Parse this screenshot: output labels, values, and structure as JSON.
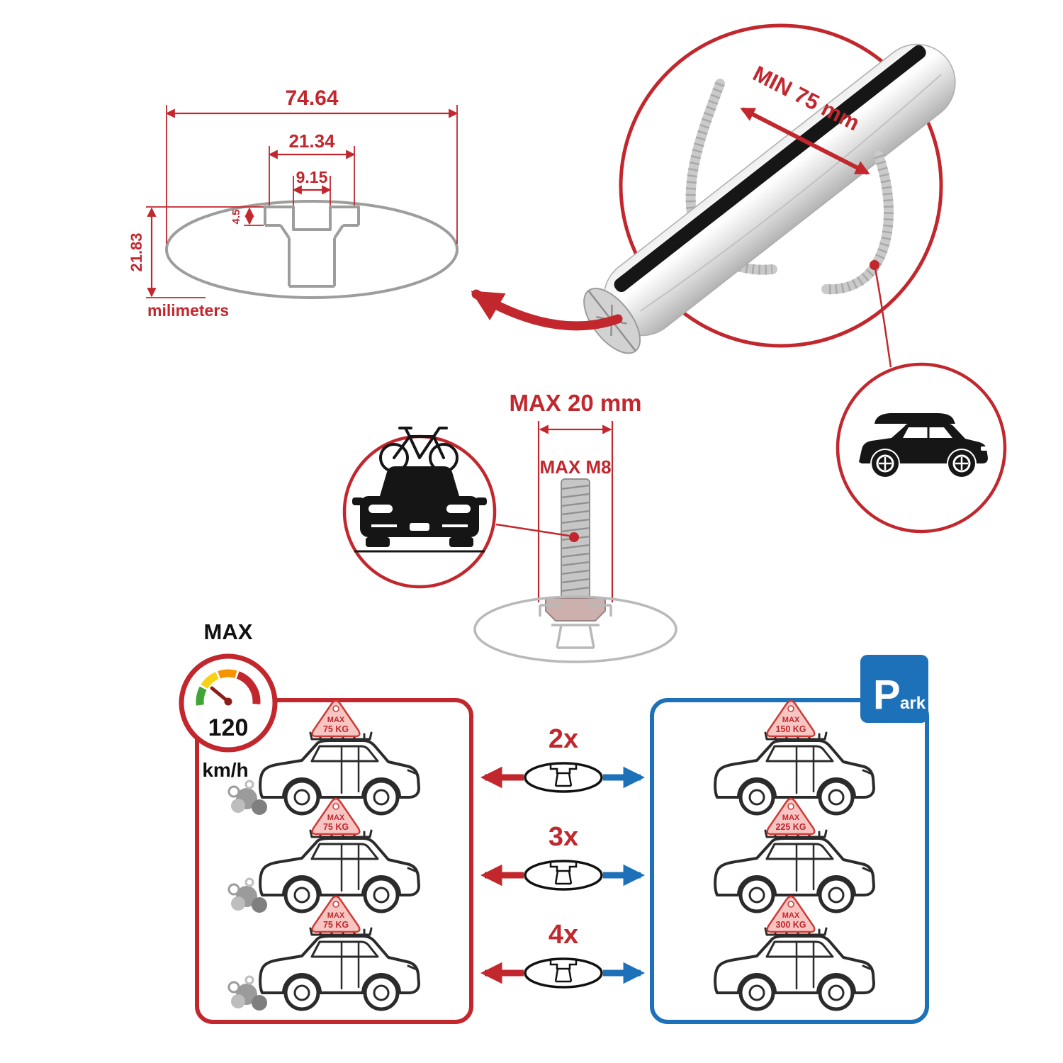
{
  "colors": {
    "red": "#c1272d",
    "blue": "#1d71b8",
    "profile_gray": "#9d9d9c"
  },
  "cross_section": {
    "total_width": "74.64",
    "channel_width": "21.34",
    "slot_width": "9.15",
    "lip_depth": "4.5",
    "total_height": "21.83",
    "units_label": "milimeters"
  },
  "bar_detail": {
    "min_span_label": "MIN 75 mm"
  },
  "bolt_detail": {
    "max_width_label": "MAX 20 mm",
    "max_thread_label": "MAX M8"
  },
  "speed_limit": {
    "title": "MAX",
    "value": "120",
    "units": "km/h"
  },
  "park_sign": {
    "initial": "P",
    "suffix": "ark"
  },
  "comparison": {
    "driving_cars": [
      {
        "tag_max": "MAX",
        "tag_load": "75 KG"
      },
      {
        "tag_max": "MAX",
        "tag_load": "75 KG"
      },
      {
        "tag_max": "MAX",
        "tag_load": "75 KG"
      }
    ],
    "bar_counts": [
      "2x",
      "3x",
      "4x"
    ],
    "parked_cars": [
      {
        "tag_max": "MAX",
        "tag_load": "150 KG"
      },
      {
        "tag_max": "MAX",
        "tag_load": "225 KG"
      },
      {
        "tag_max": "MAX",
        "tag_load": "300 KG"
      }
    ]
  }
}
